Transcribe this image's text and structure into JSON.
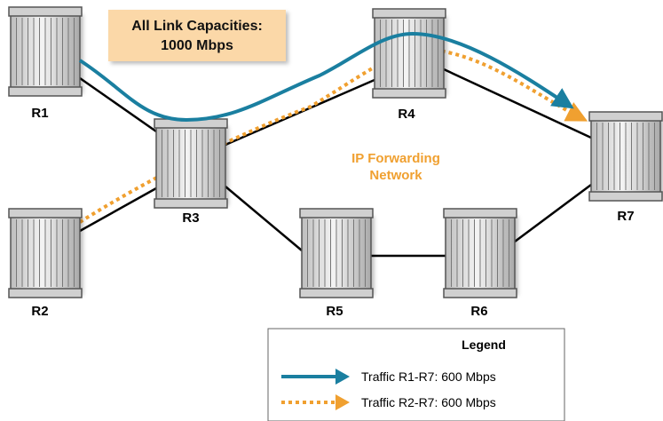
{
  "capacity_note": {
    "line1": "All Link Capacities:",
    "line2": "1000 Mbps"
  },
  "network_label": {
    "line1": "IP Forwarding",
    "line2": "Network"
  },
  "routers": [
    {
      "id": "R1",
      "label": "R1"
    },
    {
      "id": "R2",
      "label": "R2"
    },
    {
      "id": "R3",
      "label": "R3"
    },
    {
      "id": "R4",
      "label": "R4"
    },
    {
      "id": "R5",
      "label": "R5"
    },
    {
      "id": "R6",
      "label": "R6"
    },
    {
      "id": "R7",
      "label": "R7"
    }
  ],
  "links": [
    [
      "R1",
      "R3"
    ],
    [
      "R2",
      "R3"
    ],
    [
      "R3",
      "R4"
    ],
    [
      "R4",
      "R7"
    ],
    [
      "R3",
      "R5"
    ],
    [
      "R5",
      "R6"
    ],
    [
      "R6",
      "R7"
    ]
  ],
  "legend": {
    "title": "Legend",
    "items": [
      {
        "label": "Traffic R1-R7: 600 Mbps",
        "color": "#1a7fa0",
        "style": "solid"
      },
      {
        "label": "Traffic R2-R7: 600 Mbps",
        "color": "#f0a030",
        "style": "dotted"
      }
    ]
  },
  "colors": {
    "capacity_box": "#fbd8a8",
    "router_fill": "#e4e4e4",
    "router_stroke": "#555555",
    "link": "#000000"
  }
}
